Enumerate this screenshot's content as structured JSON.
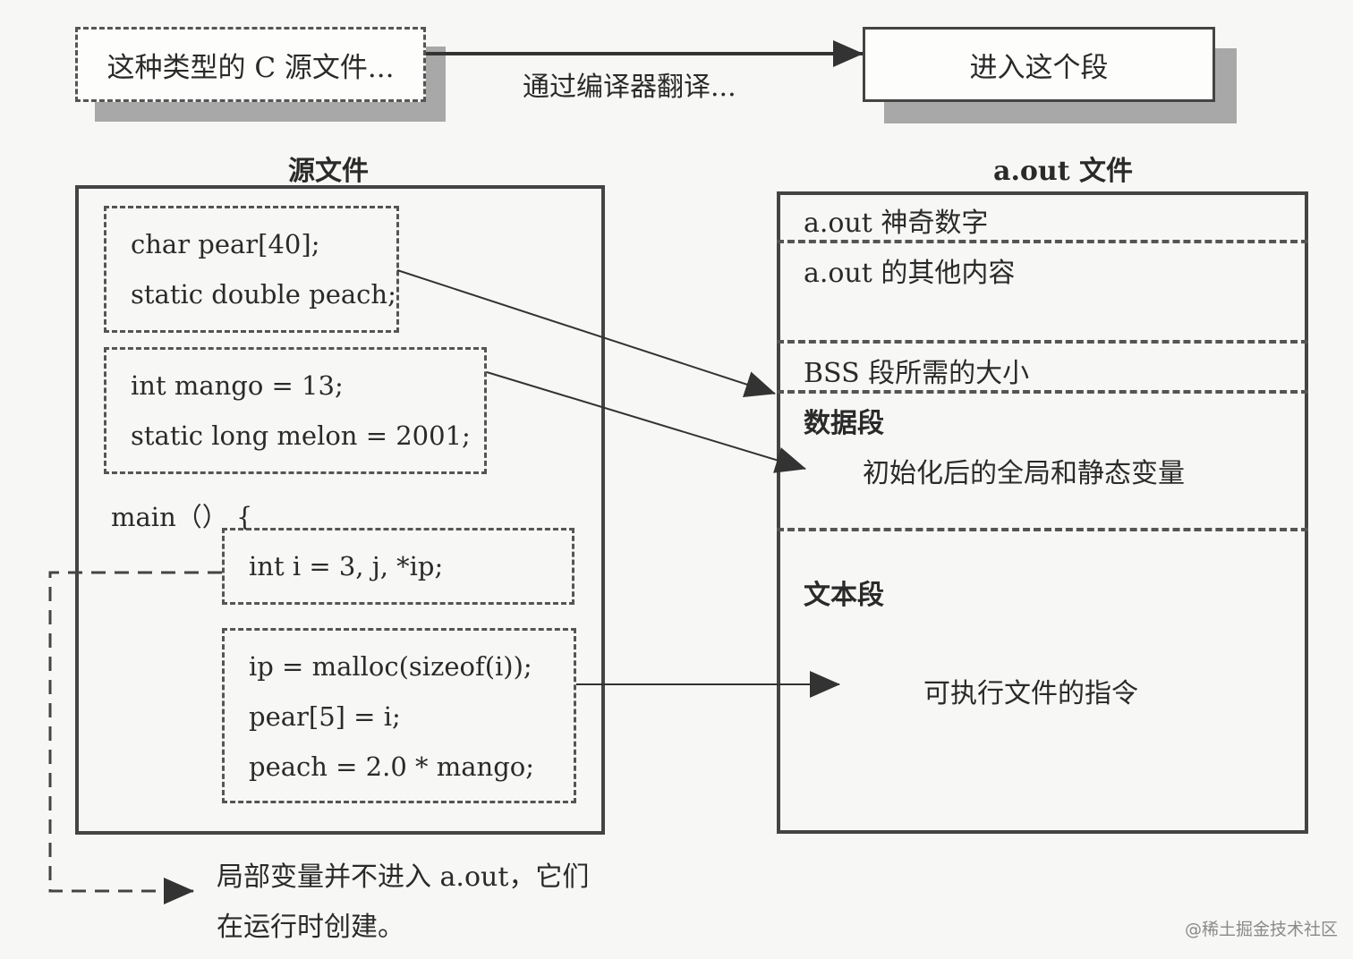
{
  "legend": {
    "source_kind": "这种类型的 C 源文件...",
    "via": "通过编译器翻译...",
    "target": "进入这个段"
  },
  "source_file": {
    "title": "源文件",
    "box1": [
      "char pear[40];",
      "static double peach;"
    ],
    "box2": [
      "int mango = 13;",
      "static long melon = 2001;"
    ],
    "main_line": "main（）  {",
    "box3": [
      "int i = 3, j, *ip;"
    ],
    "box4": [
      "ip = malloc(sizeof(i));",
      "pear[5] = i;",
      "peach = 2.0 * mango;"
    ]
  },
  "aout_file": {
    "title": "a.out 文件",
    "magic": "a.out 神奇数字",
    "other": "a.out 的其他内容",
    "bss": "BSS 段所需的大小",
    "data_heading": "数据段",
    "data_desc": "初始化后的全局和静态变量",
    "text_heading": "文本段",
    "text_desc": "可执行文件的指令"
  },
  "note": {
    "line1": "局部变量并不进入 a.out，它们",
    "line2": "在运行时创建。"
  },
  "watermark": "@稀土掘金技术社区"
}
